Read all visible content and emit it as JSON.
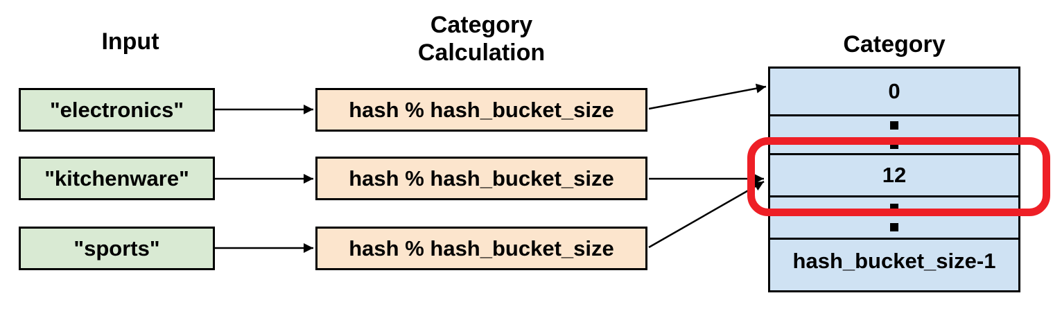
{
  "input": {
    "header": "Input",
    "items": [
      "\"electronics\"",
      "\"kitchenware\"",
      "\"sports\""
    ]
  },
  "calculation": {
    "header_line1": "Category",
    "header_line2": "Calculation",
    "boxes": [
      "hash % hash_bucket_size",
      "hash % hash_bucket_size",
      "hash % hash_bucket_size"
    ]
  },
  "category": {
    "header": "Category",
    "cells": [
      {
        "text": "0"
      },
      {
        "dots": "⋮"
      },
      {
        "text": "12",
        "highlighted": true
      },
      {
        "dots": "⋮"
      },
      {
        "text": "hash_bucket_size-1"
      }
    ]
  },
  "colors": {
    "input_fill": "#d9ead3",
    "calculation_fill": "#fce5cd",
    "category_fill": "#cfe2f3",
    "highlight_stroke": "#ee1f26",
    "line": "#000000",
    "text": "#000000"
  }
}
